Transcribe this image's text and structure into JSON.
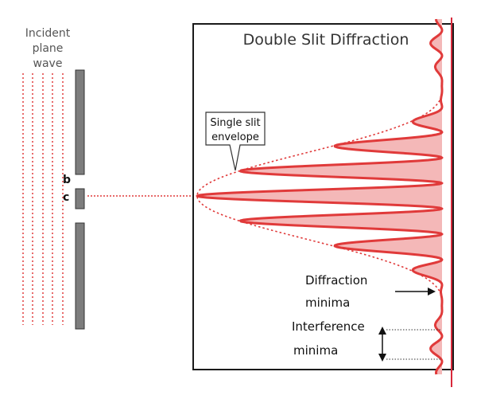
{
  "incident_label": [
    "Incident",
    "plane",
    "wave"
  ],
  "slit_labels": {
    "width": "b",
    "separation": "c"
  },
  "title": "Double Slit Diffraction",
  "envelope_callout": [
    "Single slit",
    "envelope"
  ],
  "diffraction_minima_label": [
    "Diffraction",
    "minima"
  ],
  "interference_minima_label": [
    "Interference",
    "minima"
  ],
  "colors": {
    "wave": "#e03a3a",
    "pattern_fill": "#f4b8b8",
    "pattern_line": "#e03a3a",
    "screen_line": "#d9283a",
    "barrier": "#7d7d7d",
    "frame": "#1a1a1a",
    "text_gray": "#555555"
  }
}
